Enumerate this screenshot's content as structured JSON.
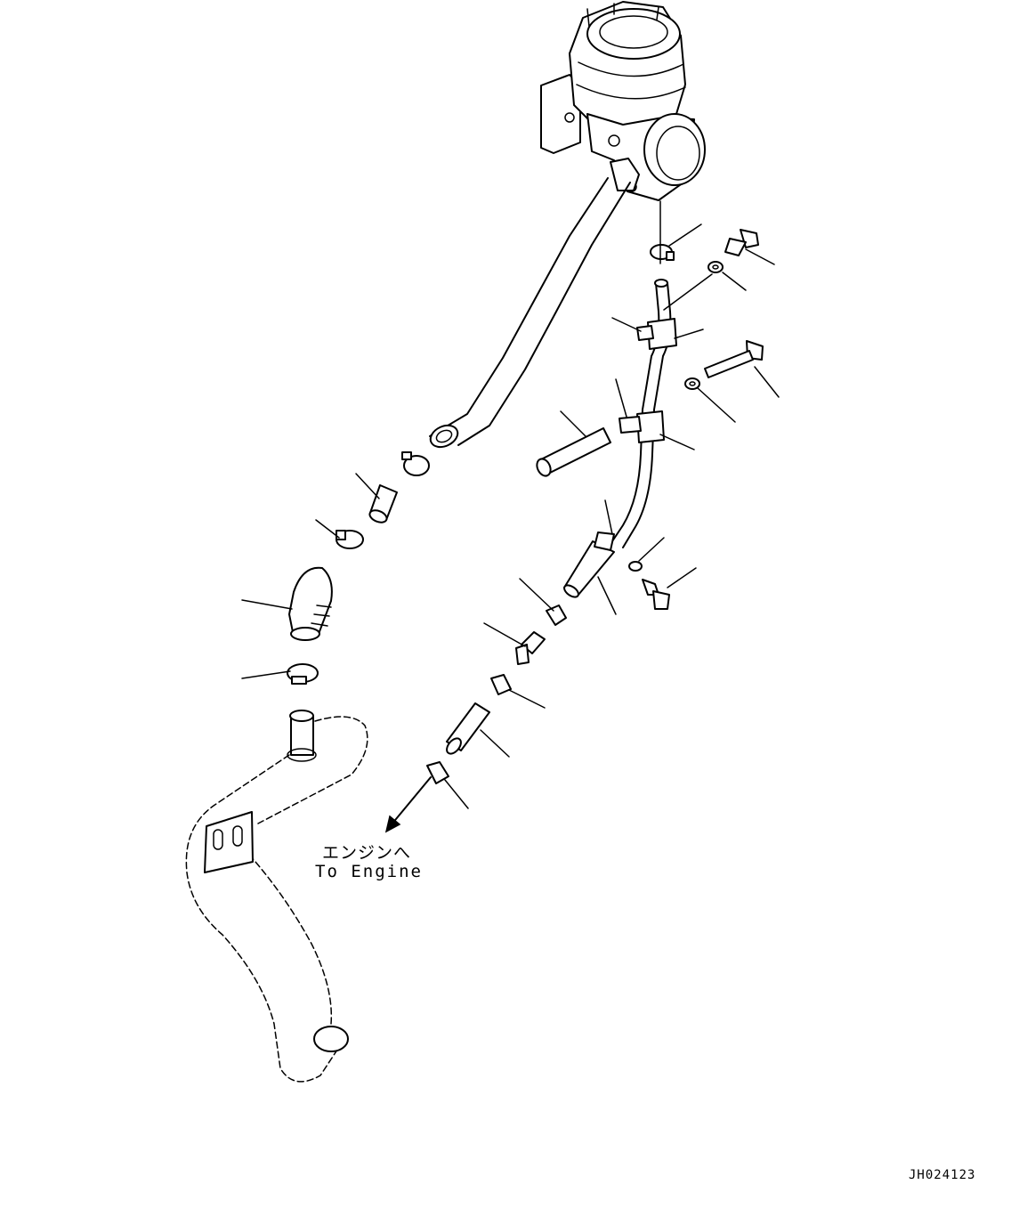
{
  "annotation": {
    "japanese": "エンジンへ",
    "english": "To Engine"
  },
  "drawing_id": "JH024123"
}
